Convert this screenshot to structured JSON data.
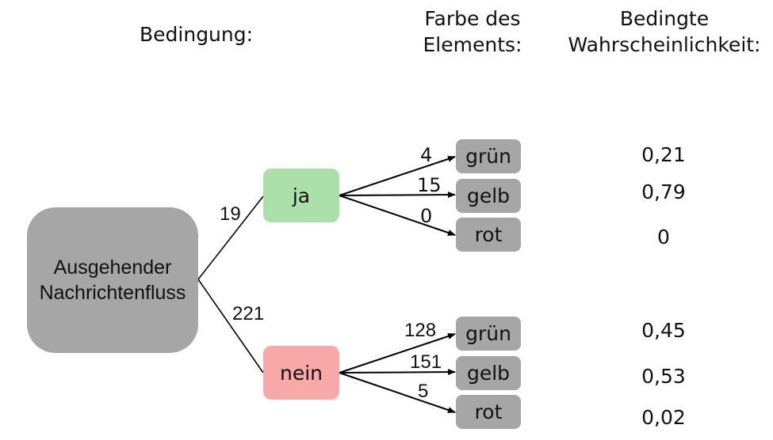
{
  "headers": {
    "condition": "Bedingung:",
    "color_line1": "Farbe des",
    "color_line2": "Elements:",
    "prob_line1": "Bedingte",
    "prob_line2": "Wahrscheinlichkeit:"
  },
  "root": {
    "line1": "Ausgehender",
    "line2": "Nachrichtenfluss"
  },
  "colors": {
    "root": "#a6a6a6",
    "ja": "#abe0ab",
    "nein": "#f8a8a8",
    "leaf": "#a6a6a6"
  },
  "branches": [
    {
      "label": "ja",
      "count": "19",
      "children": [
        {
          "color": "grün",
          "count": "4",
          "probability": "0,21"
        },
        {
          "color": "gelb",
          "count": "15",
          "probability": "0,79"
        },
        {
          "color": "rot",
          "count": "0",
          "probability": "0"
        }
      ]
    },
    {
      "label": "nein",
      "count": "221",
      "children": [
        {
          "color": "grün",
          "count": "128",
          "probability": "0,45"
        },
        {
          "color": "gelb",
          "count": "151",
          "probability": "0,53"
        },
        {
          "color": "rot",
          "count": "5",
          "probability": "0,02"
        }
      ]
    }
  ]
}
